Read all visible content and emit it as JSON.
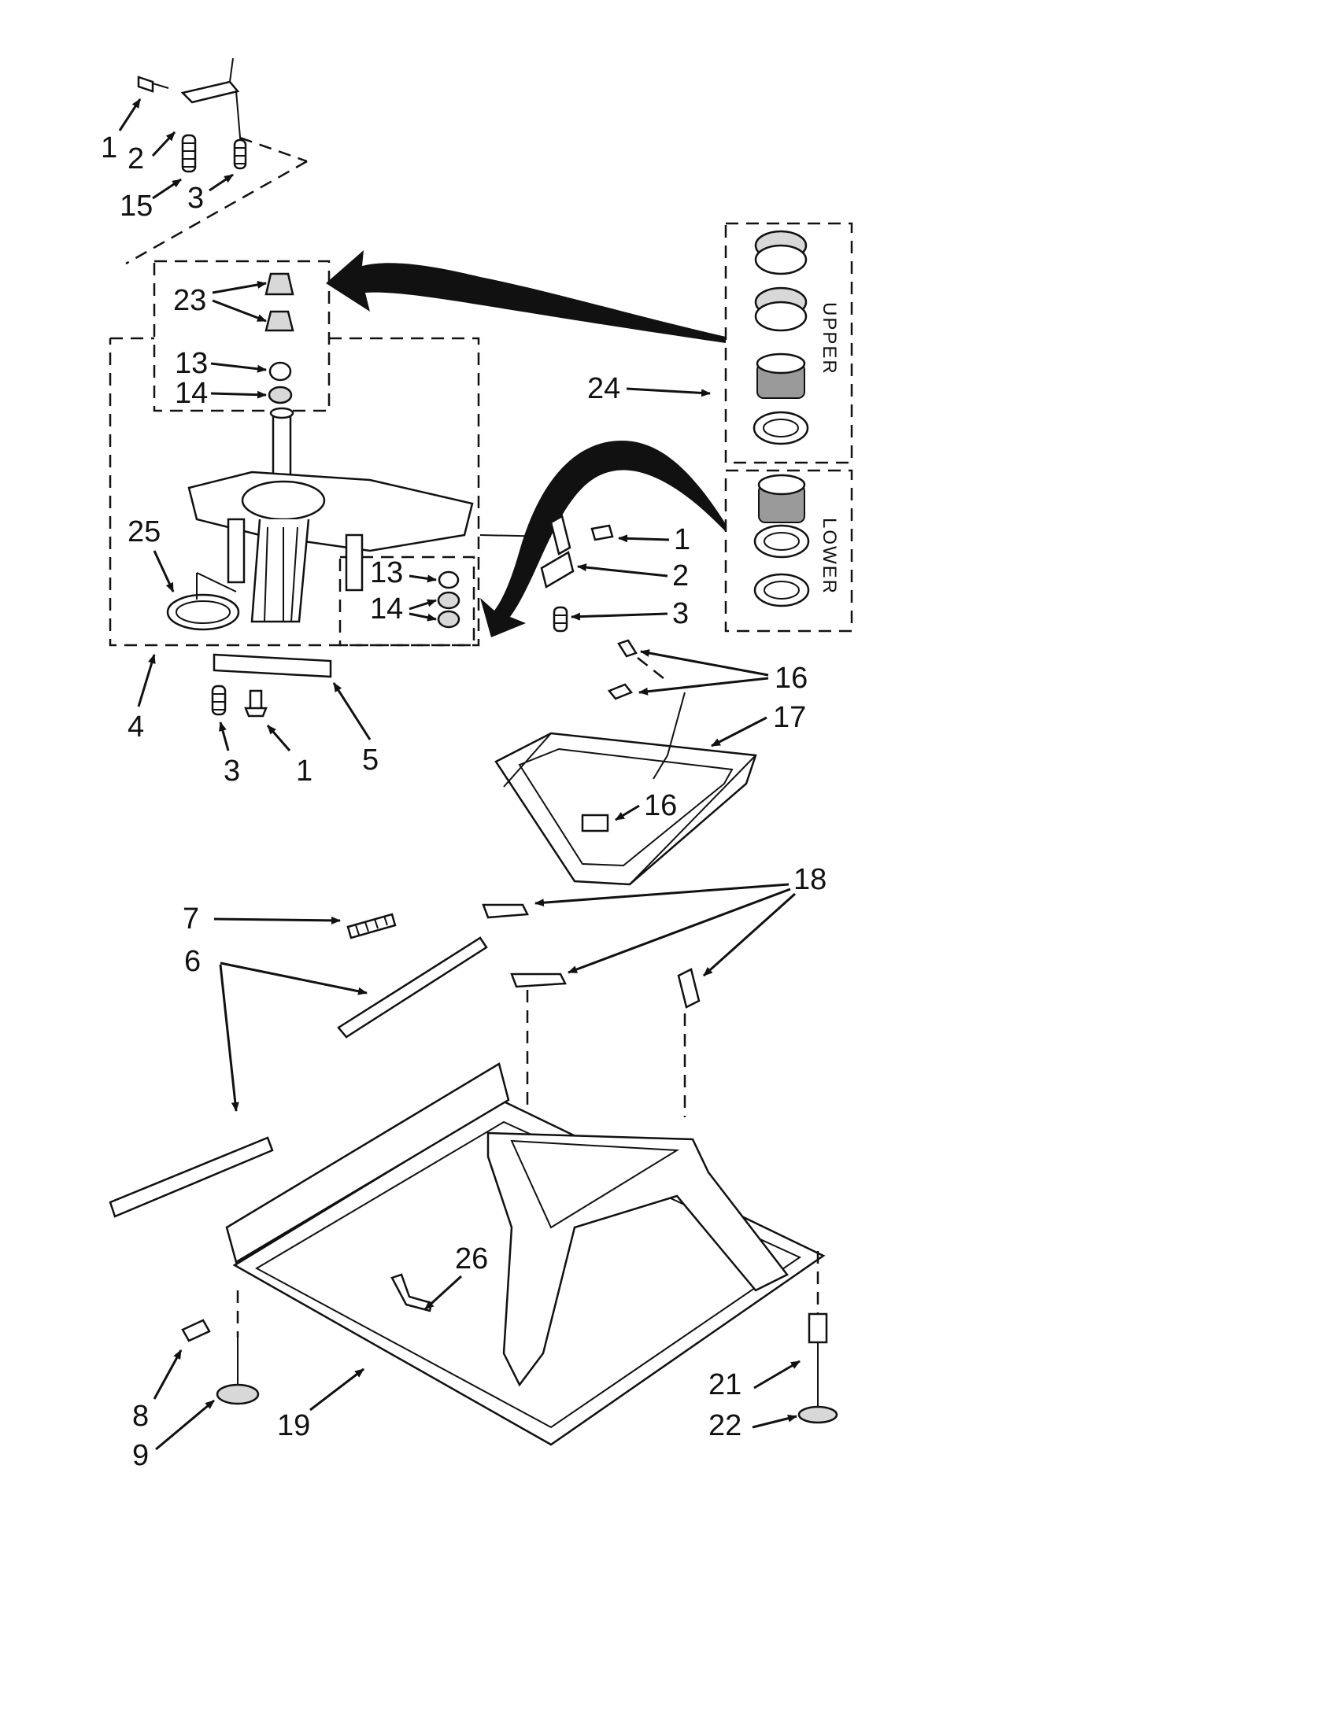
{
  "diagram": {
    "group_labels": {
      "upper": "UPPER",
      "lower": "LOWER"
    },
    "callouts": [
      {
        "id": "c1a",
        "text": "1"
      },
      {
        "id": "c2a",
        "text": "2"
      },
      {
        "id": "c15",
        "text": "15"
      },
      {
        "id": "c3a",
        "text": "3"
      },
      {
        "id": "c23",
        "text": "23"
      },
      {
        "id": "c13a",
        "text": "13"
      },
      {
        "id": "c14a",
        "text": "14"
      },
      {
        "id": "c24",
        "text": "24"
      },
      {
        "id": "c25",
        "text": "25"
      },
      {
        "id": "c1b",
        "text": "1"
      },
      {
        "id": "c2b",
        "text": "2"
      },
      {
        "id": "c13b",
        "text": "13"
      },
      {
        "id": "c14b",
        "text": "14"
      },
      {
        "id": "c3b",
        "text": "3"
      },
      {
        "id": "c4",
        "text": "4"
      },
      {
        "id": "c3c",
        "text": "3"
      },
      {
        "id": "c1c",
        "text": "1"
      },
      {
        "id": "c5",
        "text": "5"
      },
      {
        "id": "c16a",
        "text": "16"
      },
      {
        "id": "c17",
        "text": "17"
      },
      {
        "id": "c16b",
        "text": "16"
      },
      {
        "id": "c18",
        "text": "18"
      },
      {
        "id": "c7",
        "text": "7"
      },
      {
        "id": "c6",
        "text": "6"
      },
      {
        "id": "c26",
        "text": "26"
      },
      {
        "id": "c21",
        "text": "21"
      },
      {
        "id": "c22",
        "text": "22"
      },
      {
        "id": "c8",
        "text": "8"
      },
      {
        "id": "c9",
        "text": "9"
      },
      {
        "id": "c19",
        "text": "19"
      }
    ]
  }
}
